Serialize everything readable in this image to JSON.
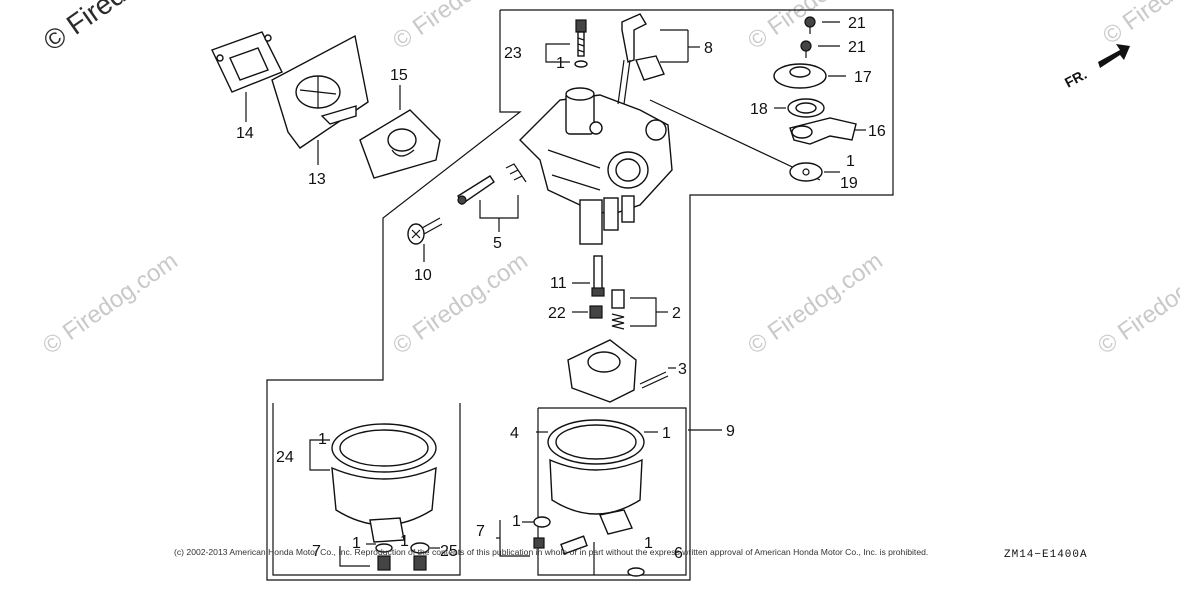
{
  "watermark_text": "© Firedog.com",
  "watermark_corner": "© Firedo",
  "orientation_label": "FR.",
  "copyright": "(c) 2002-2013 American Honda Motor Co., Inc. Reproduction of the contents of this publication in whole or in part without the express written approval of American Honda Motor Co., Inc. is prohibited.",
  "diagram_code": "ZM14−E1400A",
  "callouts": {
    "c1a": "1",
    "c1b": "1",
    "c1c": "1",
    "c1d": "1",
    "c1e": "1",
    "c1f": "1",
    "c1g": "1",
    "c1h": "1",
    "c2": "2",
    "c3": "3",
    "c4": "4",
    "c5": "5",
    "c6": "6",
    "c7a": "7",
    "c7b": "7",
    "c8": "8",
    "c9": "9",
    "c10": "10",
    "c11": "11",
    "c13": "13",
    "c14": "14",
    "c15": "15",
    "c16": "16",
    "c17": "17",
    "c18": "18",
    "c19": "19",
    "c21a": "21",
    "c21b": "21",
    "c22": "22",
    "c23": "23",
    "c24": "24",
    "c25": "25"
  }
}
